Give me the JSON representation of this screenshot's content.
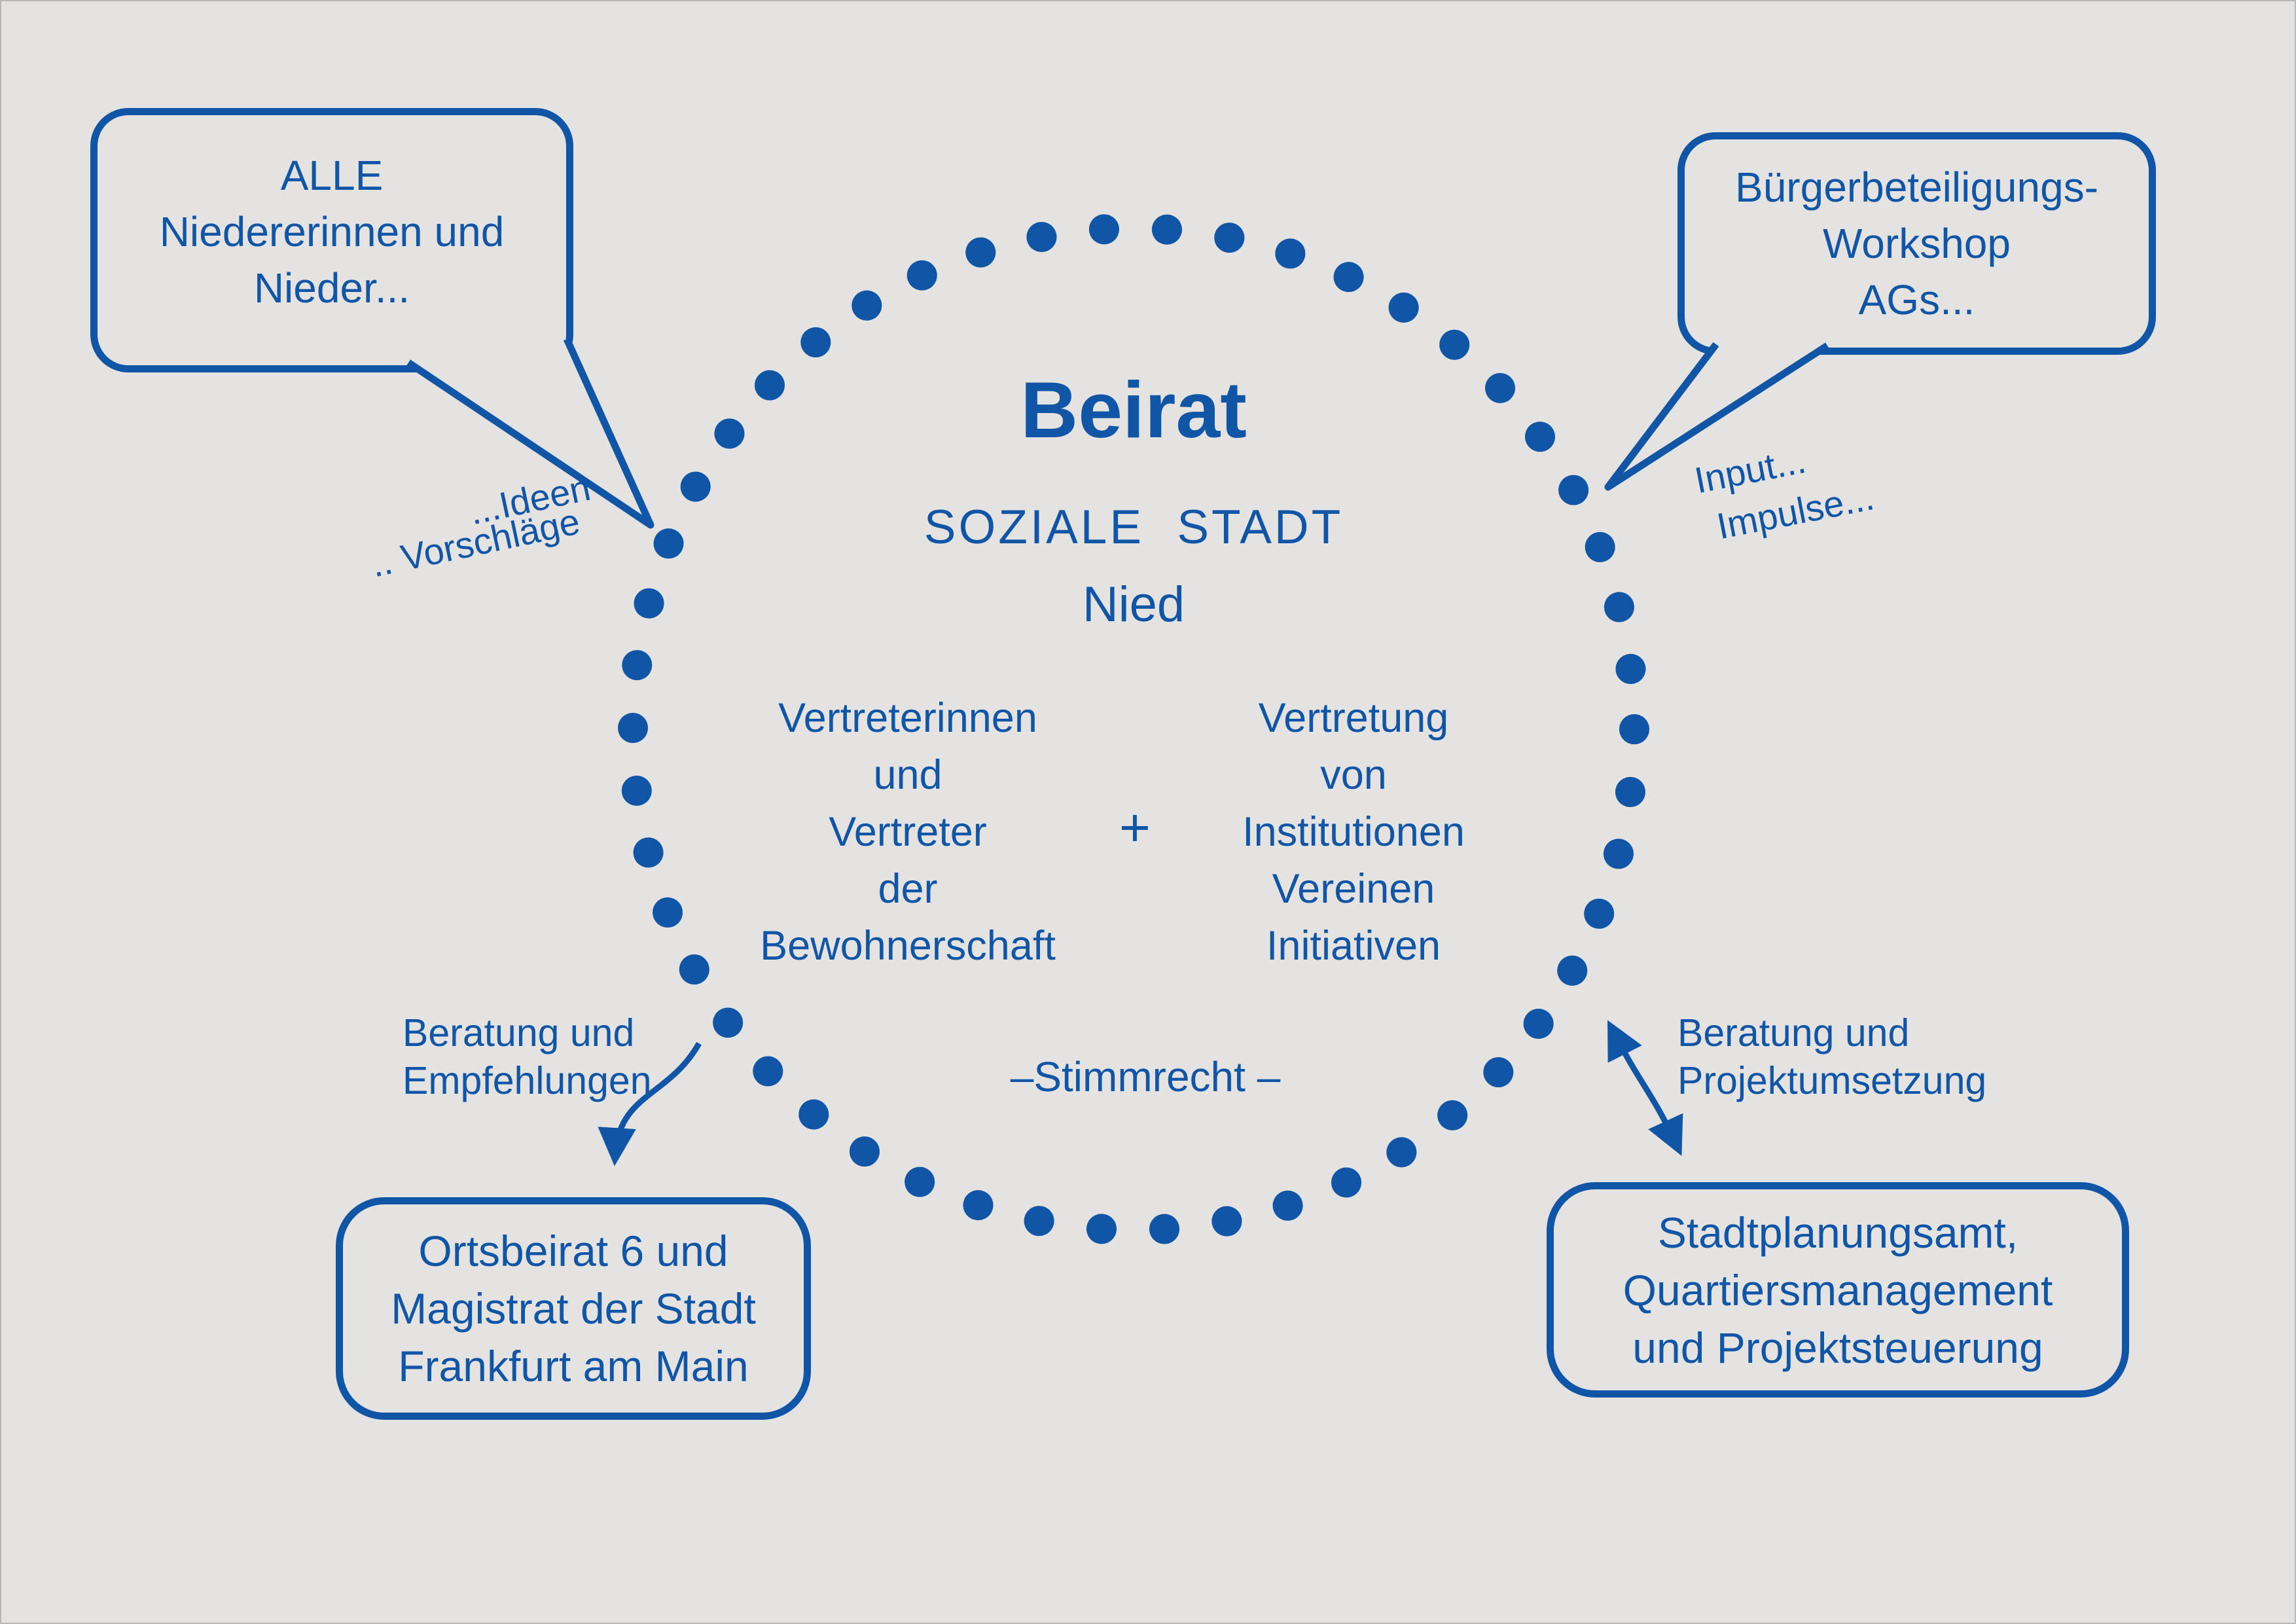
{
  "colors": {
    "accent": "#1156a6",
    "background": "#e4e3e1"
  },
  "circle": {
    "title": "Beirat",
    "subtitle": "SOZIALE STADT",
    "subtitle2": "Nied",
    "left_column": [
      "Vertreterinnen",
      "und",
      "Vertreter",
      "der",
      "Bewohnerschaft"
    ],
    "plus": "+",
    "right_column": [
      "Vertretung",
      "von",
      "Institutionen",
      "Vereinen",
      "Initiativen"
    ],
    "bottom": "–Stimmrecht –"
  },
  "bubbles": {
    "top_left": {
      "lines": [
        "ALLE",
        "Niedererinnen und",
        "Nieder..."
      ]
    },
    "top_right": {
      "lines": [
        "Bürgerbeteiligungs-",
        "Workshop",
        "AGs..."
      ]
    }
  },
  "boxes": {
    "bottom_left": {
      "lines": [
        "Ortsbeirat 6 und",
        "Magistrat der Stadt",
        "Frankfurt am Main"
      ]
    },
    "bottom_right": {
      "lines": [
        "Stadtplanungsamt,",
        "Quartiersmanagement",
        "und Projektsteuerung"
      ]
    }
  },
  "annotations": {
    "ideen": "...Ideen",
    "vorschlaege": ".. Vorschläge",
    "input": "Input...",
    "impulse": "Impulse...",
    "beratung_empfehlungen": [
      "Beratung und",
      "Empfehlungen"
    ],
    "beratung_projektumsetzung": [
      "Beratung und",
      "Projektumsetzung"
    ]
  }
}
